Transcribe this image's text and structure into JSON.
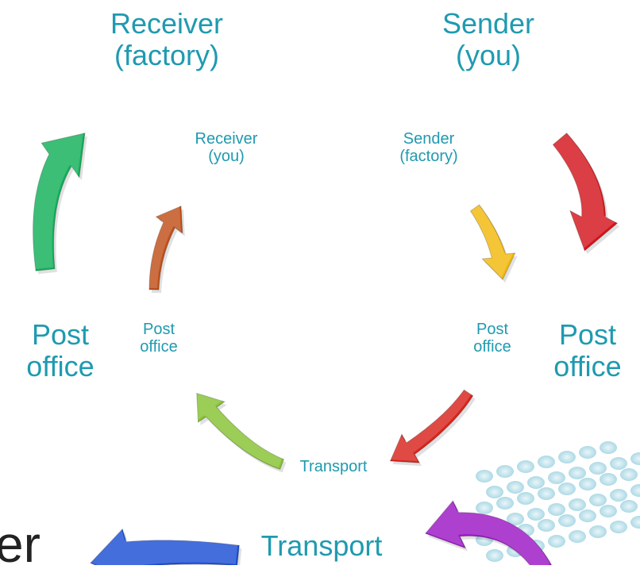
{
  "outer": {
    "top_right": "Sender\n(you)",
    "top_left": "Receiver\n(factory)",
    "mid_right": "Post\noffice",
    "mid_left": "Post\noffice",
    "bottom": "Transport"
  },
  "inner": {
    "top_right": "Sender\n(factory)",
    "top_left": "Receiver\n(you)",
    "mid_right": "Post\noffice",
    "mid_left": "Post\noffice",
    "bottom": "Transport"
  },
  "cutoff_text": "er",
  "colors": {
    "label": "#1f9ab0",
    "red": "#d4141b",
    "purple": "#9b16c4",
    "blue": "#1d4fd6",
    "green": "#12b05a",
    "yellow": "#f2b90c",
    "dark_red": "#d8241c",
    "lime": "#86c232",
    "brown": "#c0501a"
  },
  "arrows": [
    {
      "name": "outer-red-arrow",
      "color": "red"
    },
    {
      "name": "outer-purple-arrow",
      "color": "purple"
    },
    {
      "name": "outer-blue-arrow",
      "color": "blue"
    },
    {
      "name": "outer-green-arrow",
      "color": "green"
    },
    {
      "name": "inner-yellow-arrow",
      "color": "yellow"
    },
    {
      "name": "inner-red-arrow",
      "color": "dark_red"
    },
    {
      "name": "inner-lime-arrow",
      "color": "lime"
    },
    {
      "name": "inner-brown-arrow",
      "color": "brown"
    }
  ]
}
